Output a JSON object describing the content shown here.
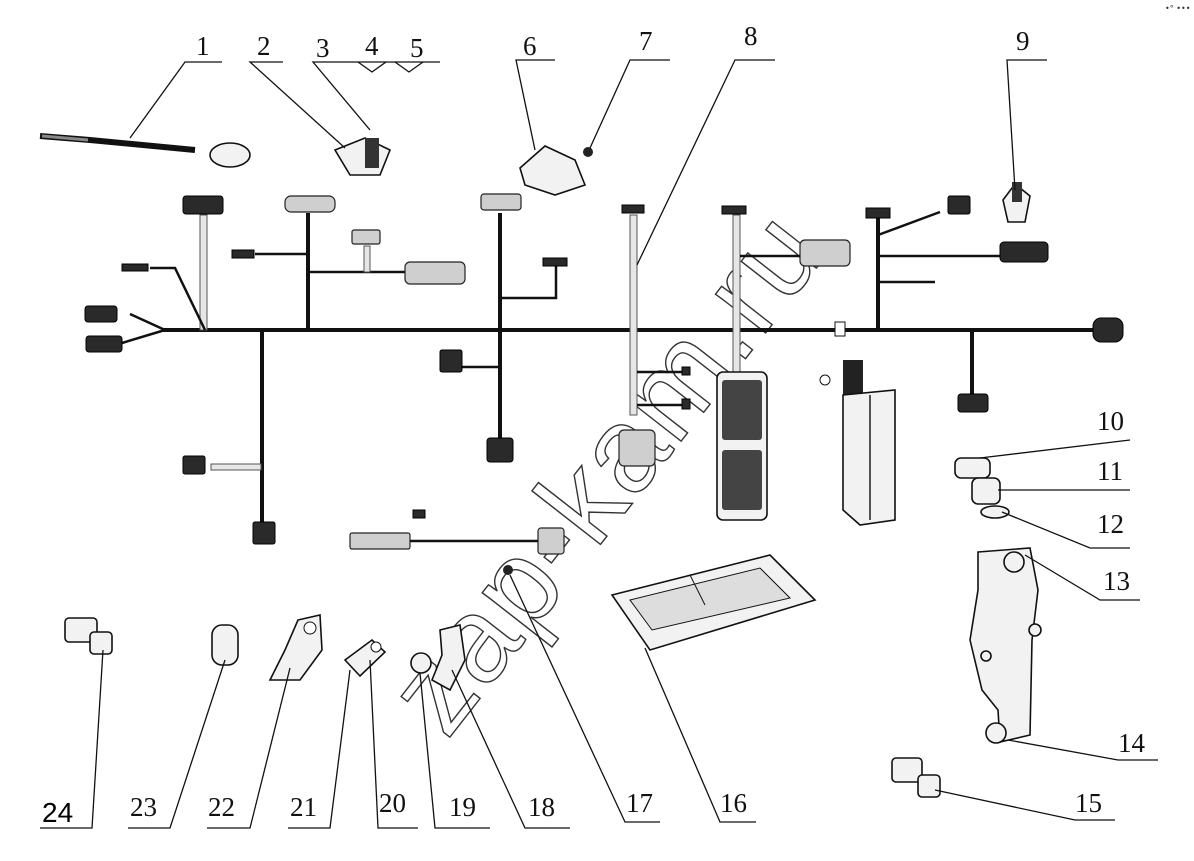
{
  "corner_mark": "•° •••",
  "watermark": "zap-kam.ru",
  "callouts": [
    {
      "n": "1"
    },
    {
      "n": "2"
    },
    {
      "n": "3"
    },
    {
      "n": "4"
    },
    {
      "n": "5"
    },
    {
      "n": "6"
    },
    {
      "n": "7"
    },
    {
      "n": "8"
    },
    {
      "n": "9"
    },
    {
      "n": "10"
    },
    {
      "n": "11"
    },
    {
      "n": "12"
    },
    {
      "n": "13"
    },
    {
      "n": "14"
    },
    {
      "n": "15"
    },
    {
      "n": "16"
    },
    {
      "n": "17"
    },
    {
      "n": "18"
    },
    {
      "n": "19"
    },
    {
      "n": "20"
    },
    {
      "n": "21"
    },
    {
      "n": "22"
    },
    {
      "n": "23"
    },
    {
      "n": "24"
    }
  ]
}
